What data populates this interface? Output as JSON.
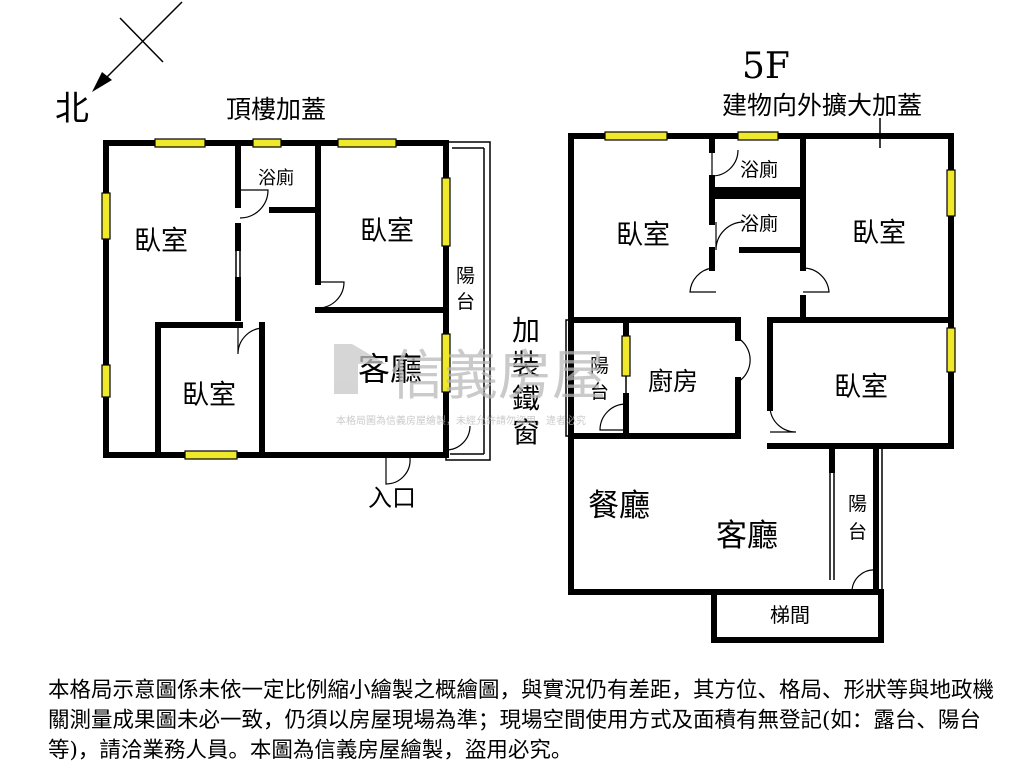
{
  "compass": {
    "north_label": "北"
  },
  "left_plan": {
    "title": "頂樓加蓋",
    "rooms": {
      "bedroom_a": "臥室",
      "bedroom_b": "臥室",
      "bedroom_c": "臥室",
      "bathroom": "浴廁",
      "living_room": "客廳",
      "balcony_1": "陽",
      "balcony_2": "台"
    },
    "entrance": "入口"
  },
  "middle_note": {
    "c1": "加",
    "c2": "裝",
    "c3": "鐵",
    "c4": "窗"
  },
  "right_plan": {
    "floor": "5F",
    "title": "建物向外擴大加蓋",
    "rooms": {
      "bedroom_a": "臥室",
      "bedroom_b": "臥室",
      "bedroom_c": "臥室",
      "bathroom_1": "浴廁",
      "bathroom_2": "浴廁",
      "kitchen": "廚房",
      "dining_room": "餐廳",
      "living_room": "客廳",
      "stairwell": "梯間",
      "balcony_left_1": "陽",
      "balcony_left_2": "台",
      "balcony_right_1": "陽",
      "balcony_right_2": "台"
    }
  },
  "watermark": {
    "brand": "信義房屋",
    "notice": "本格局圖為信義房屋繪製，未經允許請勿盜用，違者必究"
  },
  "disclaimer": "本格局示意圖係未依一定比例縮小繪製之概繪圖，與實況仍有差距，其方位、格局、形狀等與地政機關測量成果圖未必一致，仍須以房屋現場為準；現場空間使用方式及面積有無登記(如：露台、陽台等)，請洽業務人員。本圖為信義房屋繪製，盜用必究。"
}
